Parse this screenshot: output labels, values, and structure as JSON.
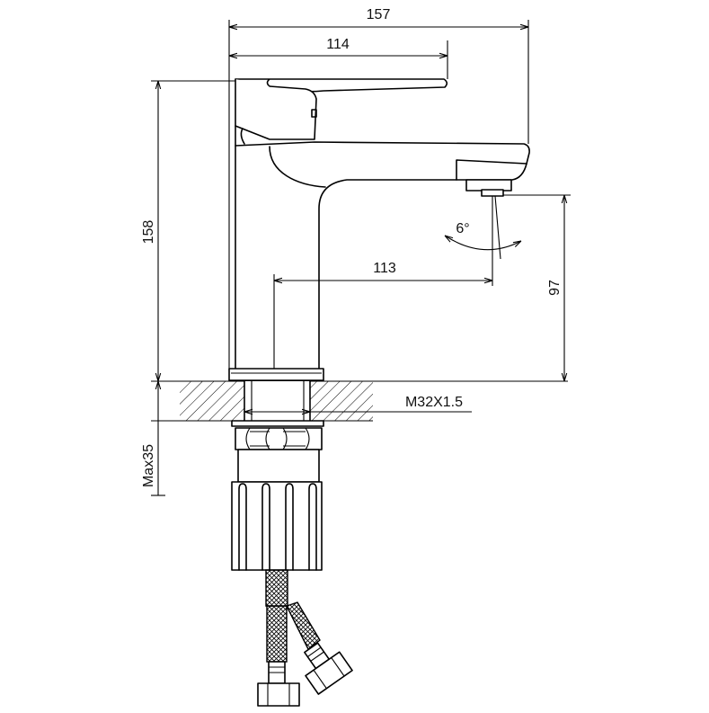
{
  "dimensions": {
    "overall_width": "157",
    "handle_length": "114",
    "total_height": "158",
    "spout_reach": "113",
    "spout_height": "97",
    "spout_angle": "6°",
    "thread": "M32X1.5",
    "max_counter": "Max35"
  },
  "colors": {
    "line": "#000000",
    "background": "#ffffff"
  }
}
